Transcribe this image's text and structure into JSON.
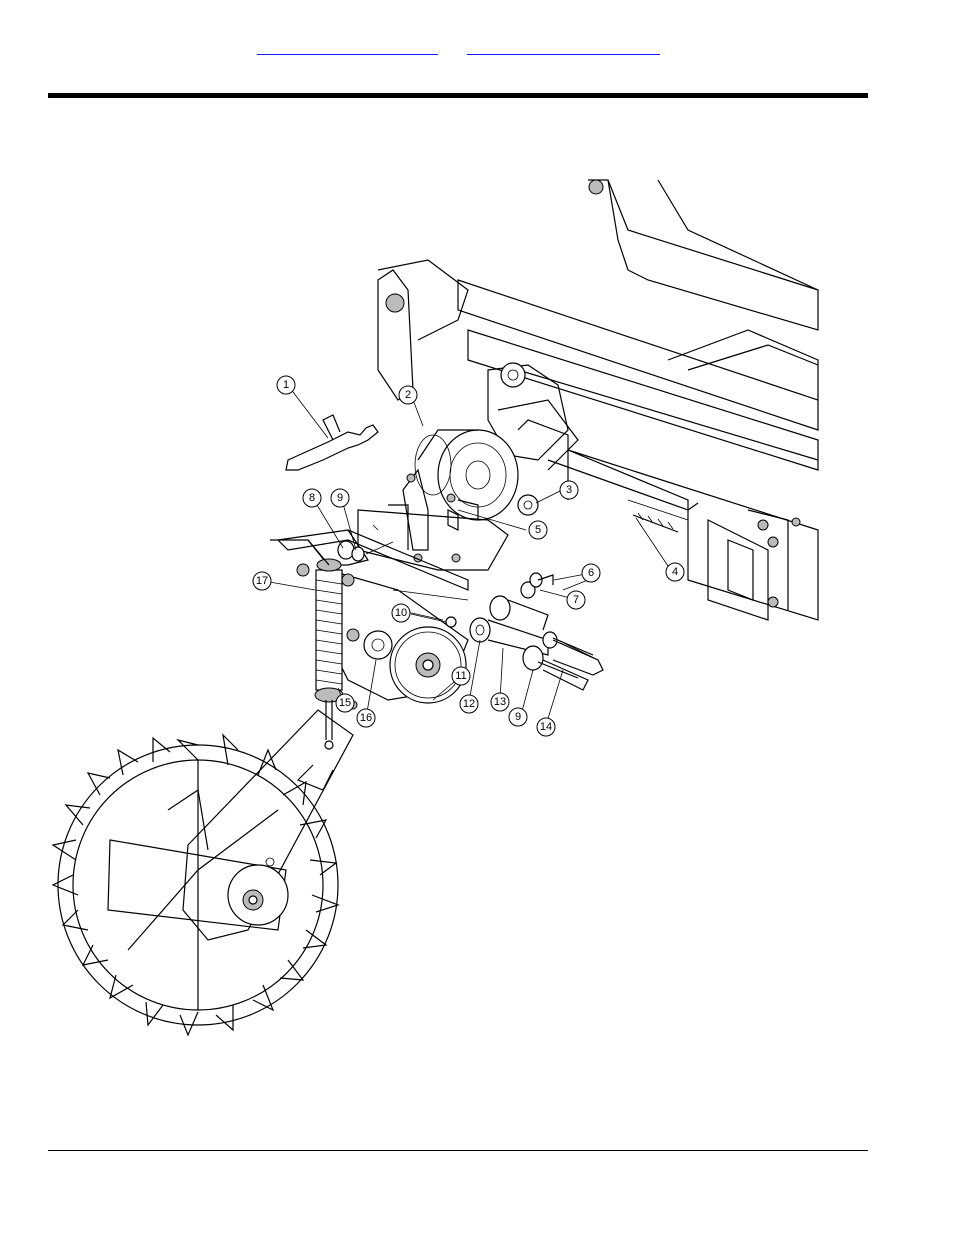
{
  "header": {
    "links": [
      "",
      ""
    ]
  },
  "callouts": [
    "1",
    "2",
    "3",
    "4",
    "5",
    "6",
    "7",
    "8",
    "9",
    "9",
    "10",
    "11",
    "12",
    "13",
    "14",
    "15",
    "16",
    "17"
  ],
  "colors": {
    "link": "#1a1aff",
    "rule": "#000000"
  }
}
